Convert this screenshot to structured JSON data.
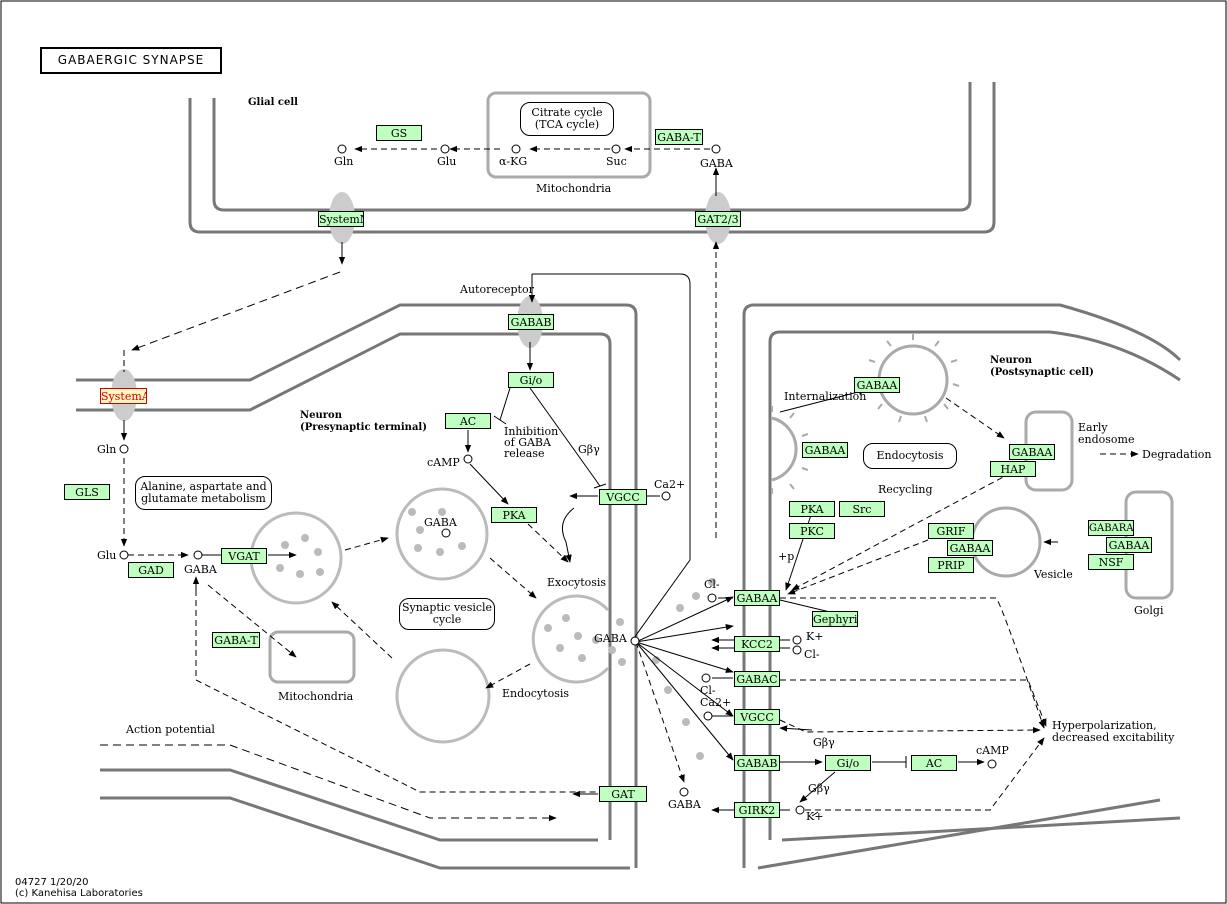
{
  "title": "GABAERGIC SYNAPSE",
  "footer": {
    "id_date": "04727 1/20/20",
    "copyright": "(c) Kanehisa Laboratories"
  },
  "compartments": {
    "glial": "Glial cell",
    "presyn": "Neuron\n(Presynaptic terminal)",
    "postsyn": "Neuron\n(Postsynaptic cell)",
    "mito_glial": "Mitochondria",
    "mito_pre": "Mitochondria",
    "golgi": "Golgi",
    "vesicle": "Vesicle",
    "early_endosome": "Early\nendosome"
  },
  "pathway_boxes": {
    "tca": "Citrate cycle\n(TCA cycle)",
    "ala": "Alanine, aspartate and\nglutamate metabolism",
    "synves": "Synaptic vesicle\ncycle",
    "endocytosis_post": "Endocytosis"
  },
  "genes": {
    "gs": "GS",
    "gaba_t_glial": "GABA-T",
    "systemn": "SystemN",
    "gat23": "GAT2/3",
    "systema": "SystemA",
    "gabab_pre": "GABAB",
    "gio_pre": "Gi/o",
    "ac_pre": "AC",
    "pka_pre": "PKA",
    "vgcc_pre": "VGCC",
    "gls": "GLS",
    "gad": "GAD",
    "vgat": "VGAT",
    "gaba_t_pre": "GABA-T",
    "gat": "GAT",
    "gabaa_int": "GABAA",
    "gabaa_endo": "GABAA",
    "gabaa_early": "GABAA",
    "hap": "HAP",
    "pka_post": "PKA",
    "src": "Src",
    "pkc": "PKC",
    "grif": "GRIF",
    "gabaa_ves": "GABAA",
    "prip": "PRIP",
    "gabarap": "GABARAP",
    "gabaa_golgi": "GABAA",
    "nsf": "NSF",
    "gabaa_main": "GABAA",
    "gephyrin": "Gephyrin",
    "kcc2": "KCC2",
    "gabac": "GABAC",
    "vgcc_post": "VGCC",
    "gabab_post": "GABAB",
    "gio_post": "Gi/o",
    "ac_post": "AC",
    "girk2": "GIRK2"
  },
  "compounds": {
    "gln_glial": "Gln",
    "glu_glial": "Glu",
    "akg": "α-KG",
    "suc": "Suc",
    "gaba_glial": "GABA",
    "gln_pre": "Gln",
    "glu_pre": "Glu",
    "gaba_pre": "GABA",
    "gaba_ves": "GABA",
    "camp_pre": "cAMP",
    "ca_pre": "Ca2+",
    "gaba_cleft": "GABA",
    "gaba_gat": "GABA",
    "cl_a": "Cl-",
    "k_kcc": "K+",
    "cl_kcc": "Cl-",
    "cl_c": "Cl-",
    "ca_post": "Ca2+",
    "camp_post": "cAMP",
    "k_girk": "K+"
  },
  "labels": {
    "autoreceptor": "Autoreceptor",
    "inhibition": "Inhibition\nof GABA\nrelease",
    "gby_pre": "Gβγ",
    "exocytosis": "Exocytosis",
    "endocytosis_pre": "Endocytosis",
    "action_potential": "Action potential",
    "internalization": "Internalization",
    "recycling": "Recycling",
    "degradation": "Degradation",
    "plus_p": "+p",
    "gby_post1": "Gβγ",
    "gby_post2": "Gβγ",
    "hyperpolarization": "Hyperpolarization,\ndecreased excitability"
  }
}
